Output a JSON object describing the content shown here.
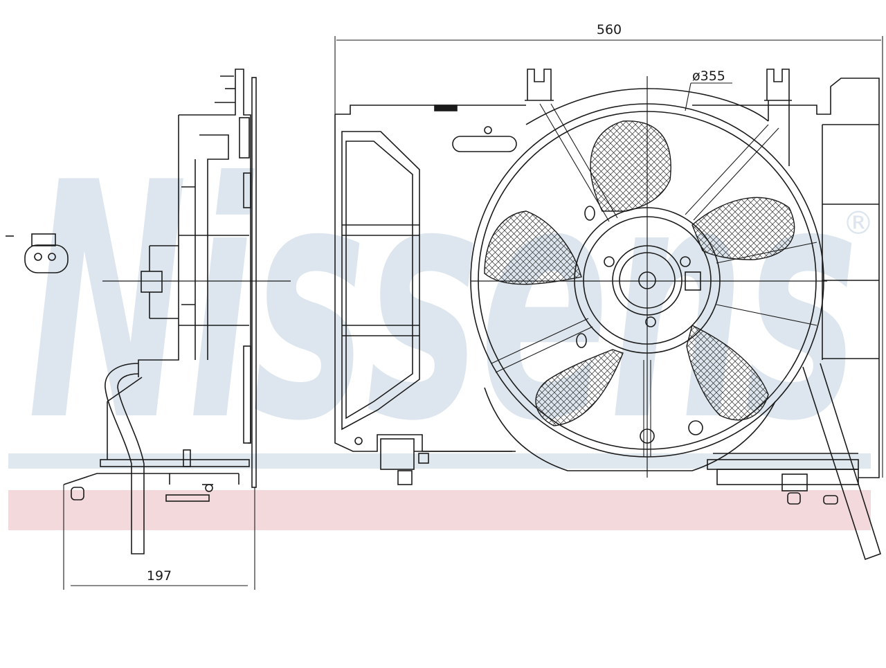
{
  "watermark": {
    "brand": "Nissens",
    "registered_mark": "®",
    "colors": {
      "letters": "#dde6ee",
      "band_light": "#e0e8ef",
      "band_pink": "#f3d8dc"
    }
  },
  "dimensions": {
    "width": "560",
    "depth": "197",
    "fan_diameter": "ø355"
  },
  "colors": {
    "line": "#1a1a1a",
    "hatch": "#2a2a2a"
  }
}
